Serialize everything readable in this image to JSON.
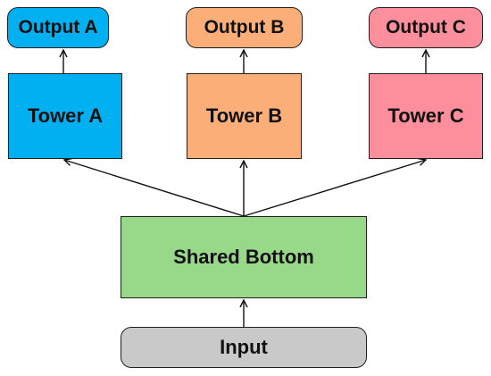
{
  "outputs": {
    "a": {
      "label": "Output A",
      "color": "#00b0f0"
    },
    "b": {
      "label": "Output B",
      "color": "#fbae78"
    },
    "c": {
      "label": "Output C",
      "color": "#fd8f9c"
    }
  },
  "towers": {
    "a": {
      "label": "Tower A",
      "color": "#00b0f0"
    },
    "b": {
      "label": "Tower B",
      "color": "#fbae78"
    },
    "c": {
      "label": "Tower C",
      "color": "#fd8f9c"
    }
  },
  "shared_bottom": {
    "label": "Shared Bottom",
    "color": "#97d989"
  },
  "input": {
    "label": "Input",
    "color": "#c9c9c9"
  },
  "edges": [
    {
      "from": "input",
      "to": "shared_bottom"
    },
    {
      "from": "shared_bottom",
      "to": "tower_a"
    },
    {
      "from": "shared_bottom",
      "to": "tower_b"
    },
    {
      "from": "shared_bottom",
      "to": "tower_c"
    },
    {
      "from": "tower_a",
      "to": "output_a"
    },
    {
      "from": "tower_b",
      "to": "output_b"
    },
    {
      "from": "tower_c",
      "to": "output_c"
    }
  ]
}
